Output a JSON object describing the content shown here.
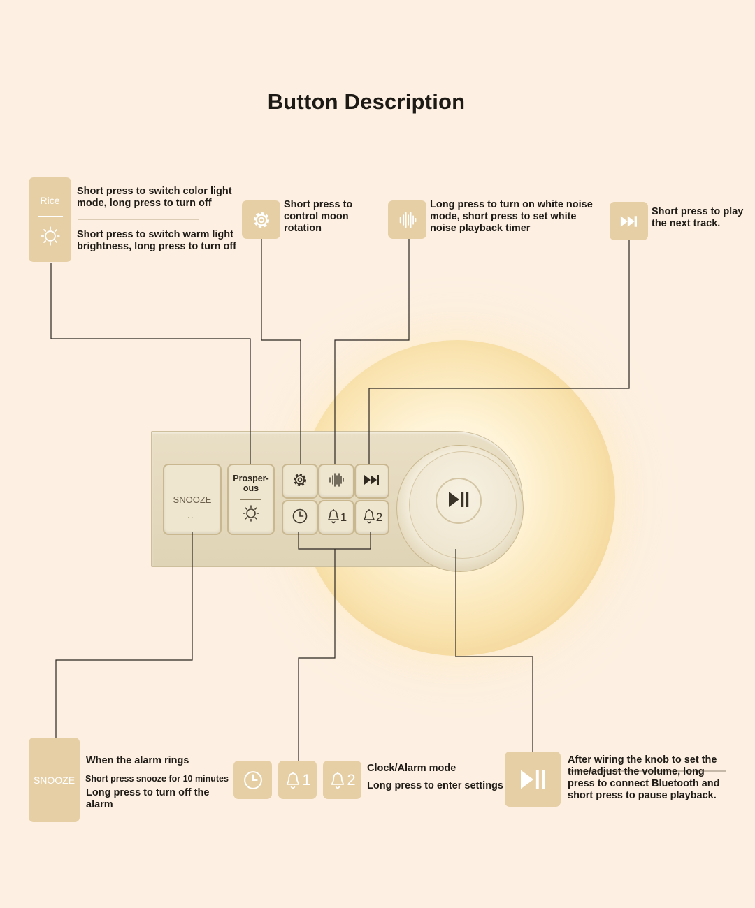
{
  "title": "Button Description",
  "colors": {
    "background": "#fdf0e2",
    "tile": "#e6cfa5",
    "panel": "#e4d9bd",
    "line": "#2a2520"
  },
  "callouts": {
    "color_light": {
      "tile_label": "Rice",
      "icons": [
        "sun-icon"
      ],
      "text_1": "Short press to switch color light mode, long press to turn off",
      "text_2": "Short press to switch warm light brightness, long press to turn off"
    },
    "moon_rotation": {
      "icon": "gear-icon",
      "text": "Short press to control moon rotation"
    },
    "white_noise": {
      "icon": "sound-wave-icon",
      "text": "Long press to turn on white noise mode, short press to set white noise playback timer"
    },
    "next_track": {
      "icon": "next-track-icon",
      "text": "Short press to play the next track."
    },
    "snooze": {
      "tile_label": "SNOOZE",
      "heading": "When the alarm rings",
      "detail": "Short press snooze for 10 minutes",
      "text": "Long press to turn off the alarm"
    },
    "clock_alarm": {
      "icons": [
        "clock-icon",
        "bell-icon",
        "bell-icon"
      ],
      "alarm_1": "1",
      "alarm_2": "2",
      "line_1": "Clock/Alarm mode",
      "line_2": "Long press to enter settings"
    },
    "knob": {
      "icon": "play-pause-icon",
      "text": "After wiring the knob to set the time/adjust the volume, long press to connect Bluetooth and short press to pause playback."
    }
  },
  "device": {
    "snooze_label": "SNOOZE",
    "snooze_dots": "· · ·",
    "light_label": "Prosper-ous",
    "alarm_1": "1",
    "alarm_2": "2"
  }
}
